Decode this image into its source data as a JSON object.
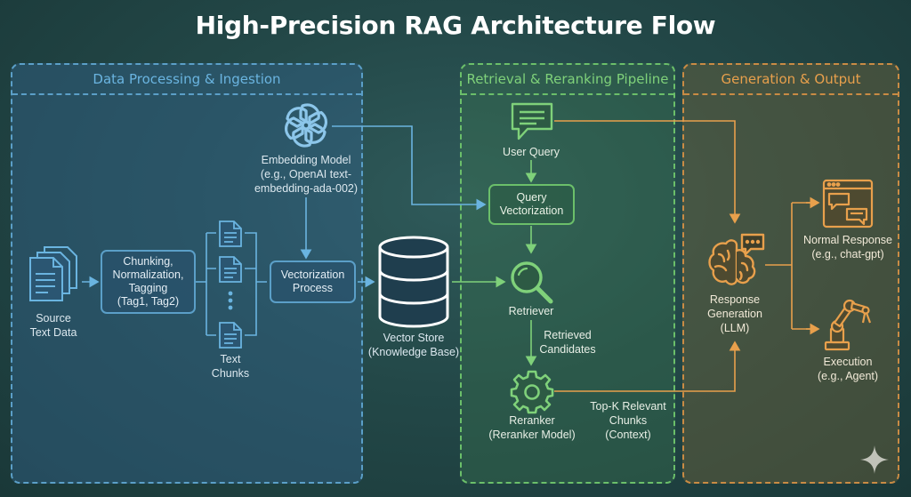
{
  "title": "High-Precision RAG Architecture Flow",
  "panels": {
    "data_processing": "Data Processing & Ingestion",
    "retrieval": "Retrieval & Reranking Pipeline",
    "generation": "Generation & Output"
  },
  "nodes": {
    "source": {
      "line1": "Source",
      "line2": "Text Data",
      "icon": "documents-icon"
    },
    "chunking": {
      "line1": "Chunking,",
      "line2": "Normalization,",
      "line3": "Tagging",
      "line4": "(Tag1, Tag2)"
    },
    "text_chunks": {
      "line1": "Text",
      "line2": "Chunks",
      "icon": "document-icon"
    },
    "embedding_model": {
      "line1": "Embedding Model",
      "line2": "(e.g., OpenAI text-",
      "line3": "embedding-ada-002)",
      "icon": "openai-logo-icon"
    },
    "vectorization": {
      "line1": "Vectorization",
      "line2": "Process"
    },
    "vector_store": {
      "line1": "Vector Store",
      "line2": "(Knowledge Base)",
      "icon": "database-icon"
    },
    "user_query": {
      "label": "User Query",
      "icon": "chat-icon"
    },
    "query_vectorization": {
      "line1": "Query",
      "line2": "Vectorization"
    },
    "retriever": {
      "label": "Retriever",
      "icon": "magnifier-icon"
    },
    "retrieved_candidates": {
      "line1": "Retrieved",
      "line2": "Candidates"
    },
    "reranker": {
      "line1": "Reranker",
      "line2": "(Reranker Model)",
      "icon": "gear-icon"
    },
    "topk": {
      "line1": "Top-K Relevant",
      "line2": "Chunks",
      "line3": "(Context)"
    },
    "response_generation": {
      "line1": "Response",
      "line2": "Generation",
      "line3": "(LLM)",
      "icon": "brain-icon"
    },
    "normal_response": {
      "line1": "Normal Response",
      "line2": "(e.g., chat-gpt)",
      "icon": "chat-window-icon"
    },
    "execution": {
      "line1": "Execution",
      "line2": "(e.g., Agent)",
      "icon": "robot-arm-icon"
    }
  },
  "colors": {
    "blue": "#5b9fc8",
    "green": "#6bbf6a",
    "orange": "#e8a04c"
  }
}
